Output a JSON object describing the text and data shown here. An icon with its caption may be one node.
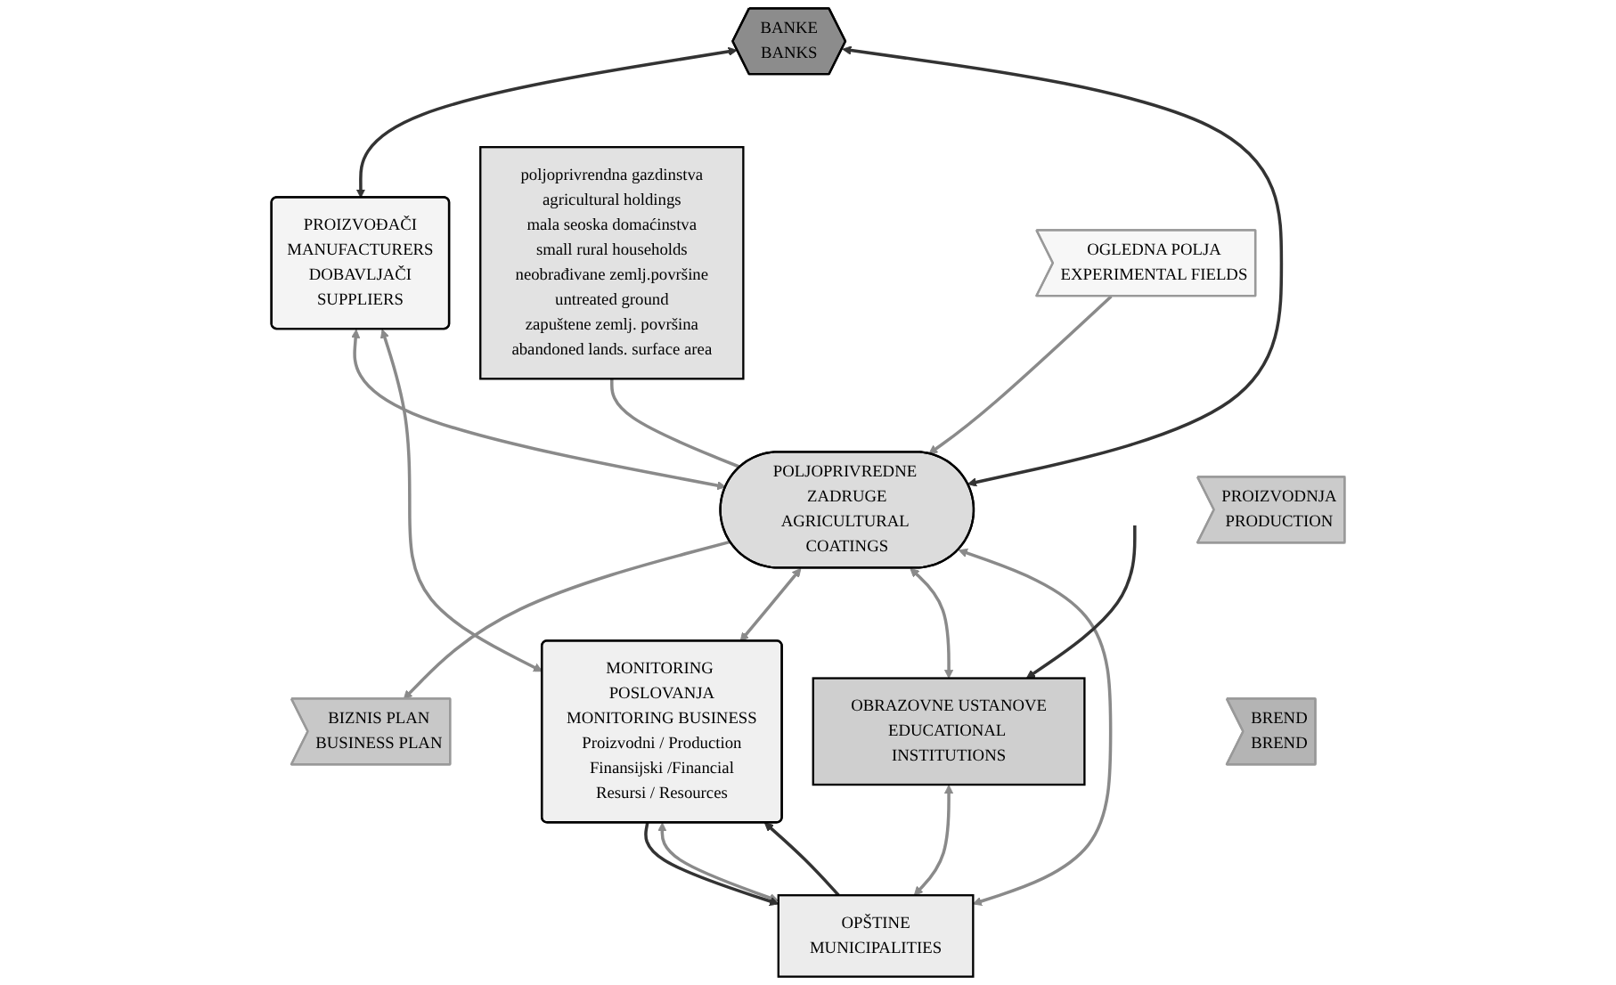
{
  "diagram": {
    "nodes": [
      {
        "text": [
          "BANKE",
          "BANKS"
        ]
      },
      {
        "text": [
          "PROIZVOĐAČI",
          "MANUFACTURERS",
          "DOBAVLJAČI",
          "SUPPLIERS"
        ]
      },
      {
        "text": [
          "poljoprivrendna gazdinstva",
          "agricultural holdings",
          "mala seoska domaćinstva",
          "small rural households",
          "neobrađivane zemlj.površine",
          "untreated ground",
          "zapuštene zemlj. površina",
          "abandoned lands. surface area"
        ]
      },
      {
        "text": [
          "OGLEDNA POLJA",
          "EXPERIMENTAL FIELDS"
        ]
      },
      {
        "text": [
          "BIZNIS PLAN",
          "BUSINESS PLAN"
        ]
      },
      {
        "text": [
          "PROIZVODNJA",
          "PRODUCTION"
        ]
      },
      {
        "text": [
          "BREND",
          "BREND"
        ]
      },
      {
        "text": [
          "POLJOPRIVREDNE ZADRUGE",
          "AGRICULTURAL COATINGS"
        ]
      },
      {
        "text": [
          "MONITORING POSLOVANJA",
          "MONITORING BUSINESS",
          "Proizvodni / Production",
          "Finansijski /Financial",
          "Resursi / Resources"
        ]
      },
      {
        "text": [
          "OBRAZOVNE USTANOVE",
          "EDUCATIONAL INSTITUTIONS"
        ]
      },
      {
        "text": [
          "OPŠTINE",
          "MUNICIPALITIES"
        ]
      }
    ],
    "edges": [
      {
        "from": 0,
        "to": 1,
        "arrow": "both",
        "color": "#333333"
      },
      {
        "from": 0,
        "to": 7,
        "arrow": "both",
        "color": "#333333"
      },
      {
        "from": 1,
        "to": 7,
        "arrow": "both"
      },
      {
        "from": 1,
        "to": 8,
        "arrow": "both"
      },
      {
        "from": 2,
        "to": 7,
        "arrow": "none"
      },
      {
        "from": 3,
        "to": 7,
        "arrow": "to"
      },
      {
        "from": 7,
        "to": 4,
        "arrow": "to"
      },
      {
        "from": 7,
        "to": 8,
        "arrow": "both"
      },
      {
        "from": 7,
        "to": 9,
        "arrow": "both"
      },
      {
        "from": 7,
        "to": 10,
        "arrow": "both"
      },
      {
        "from": 9,
        "to": 10,
        "arrow": "both"
      },
      {
        "from": 10,
        "to": 8,
        "arrow": "both"
      },
      {
        "from": 10,
        "to": 8,
        "arrow": "to",
        "color": "#333333"
      },
      {
        "from": 8,
        "to": 10,
        "arrow": "to",
        "color": "#333333"
      },
      {
        "from": null,
        "to": 9,
        "arrow": "to",
        "color": "#333333"
      }
    ]
  }
}
